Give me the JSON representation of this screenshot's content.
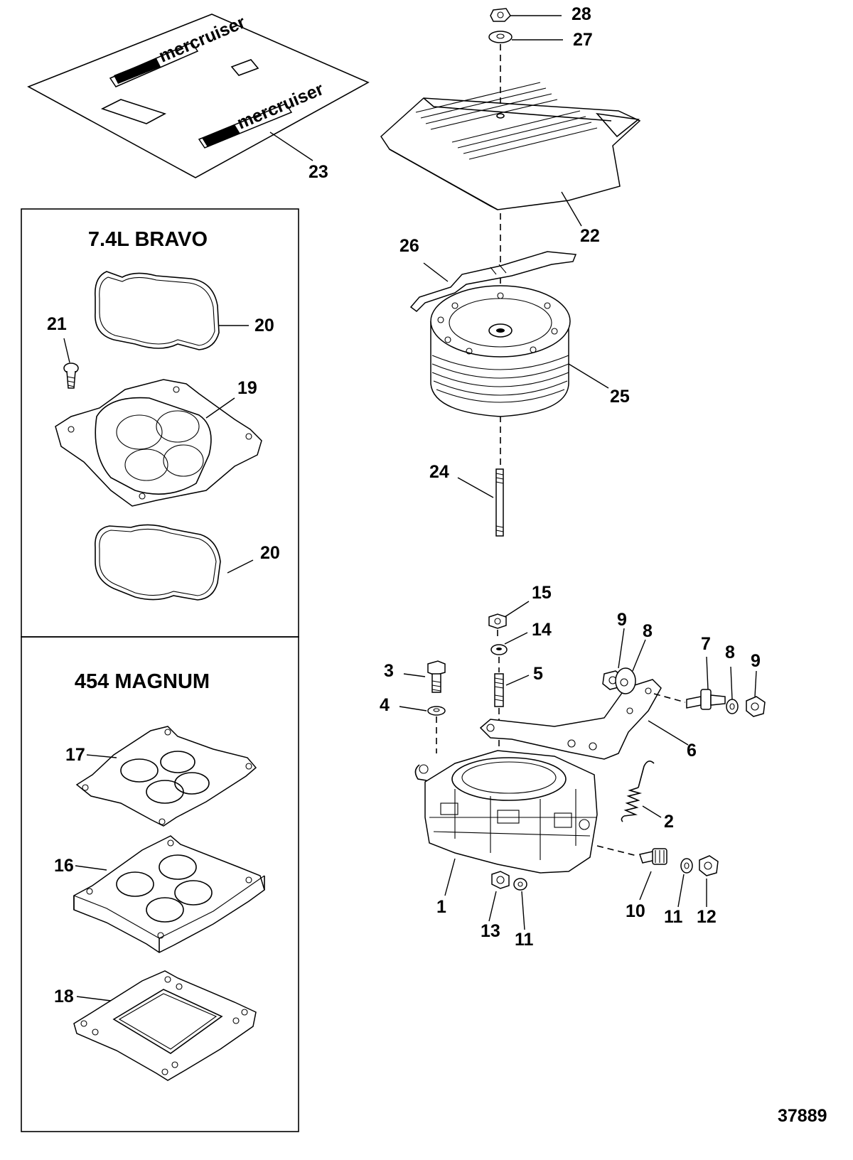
{
  "sections": {
    "bravo_title": "7.4L BRAVO",
    "magnum_title": "454 MAGNUM"
  },
  "figure_number": "37889",
  "callouts": {
    "c1": "1",
    "c2": "2",
    "c3": "3",
    "c4": "4",
    "c5": "5",
    "c6": "6",
    "c7": "7",
    "c8a": "8",
    "c8b": "8",
    "c9a": "9",
    "c9b": "9",
    "c10": "10",
    "c11a": "11",
    "c11b": "11",
    "c12": "12",
    "c13": "13",
    "c14": "14",
    "c15": "15",
    "c16": "16",
    "c17": "17",
    "c18": "18",
    "c19": "19",
    "c20a": "20",
    "c20b": "20",
    "c21": "21",
    "c22": "22",
    "c23": "23",
    "c24": "24",
    "c25": "25",
    "c26": "26",
    "c27": "27",
    "c28": "28"
  },
  "decal": {
    "logo_text": "mercruiser"
  }
}
